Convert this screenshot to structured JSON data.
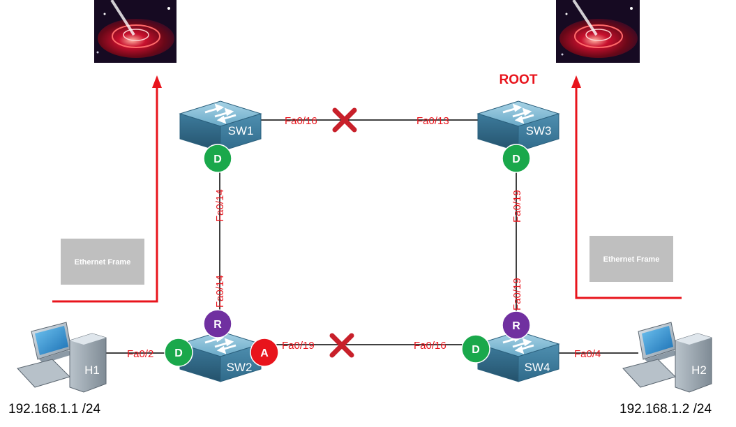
{
  "root_label": "ROOT",
  "switches": {
    "sw1": "SW1",
    "sw2": "SW2",
    "sw3": "SW3",
    "sw4": "SW4"
  },
  "hosts": {
    "h1": {
      "name": "H1",
      "ip": "192.168.1.1 /24"
    },
    "h2": {
      "name": "H2",
      "ip": "192.168.1.2 /24"
    }
  },
  "ports": {
    "sw1_top": "Fa0/16",
    "sw3_top": "Fa0/13",
    "sw1_down": "Fa0/14",
    "sw2_up": "Fa0/14",
    "sw3_down": "Fa0/19",
    "sw4_up": "Fa0/19",
    "sw2_right": "Fa0/19",
    "sw4_left": "Fa0/16",
    "sw2_h1": "Fa0/2",
    "sw4_h2": "Fa0/4"
  },
  "port_roles": {
    "sw1_down": "D",
    "sw3_down": "D",
    "sw2_up": "R",
    "sw2_h1": "D",
    "sw2_right": "A",
    "sw4_up": "R",
    "sw4_left": "D"
  },
  "frames": {
    "left": "Ethernet Frame",
    "right": "Ethernet Frame"
  },
  "colors": {
    "designated": "#1aa84b",
    "root_port": "#7030a0",
    "alternate": "#e8141c",
    "label_red": "#e8141c",
    "switch_face": "#4f8fb0",
    "frame_gray": "#bfbfbf"
  }
}
